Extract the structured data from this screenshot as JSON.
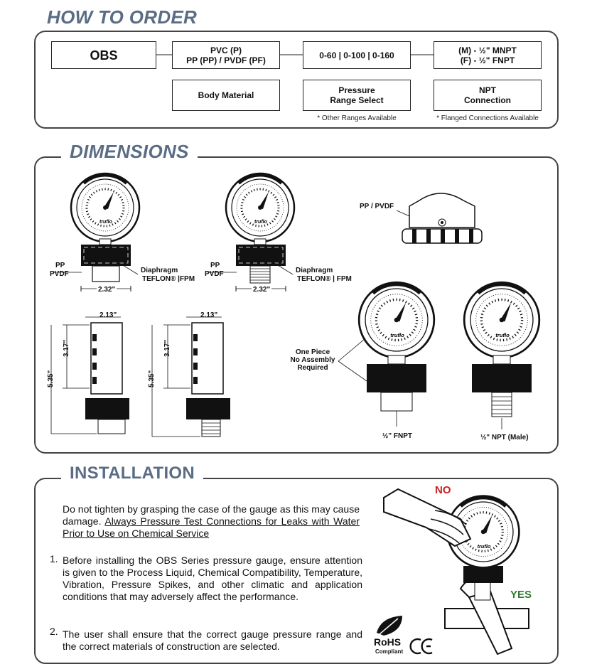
{
  "how_to_order": {
    "title": "HOW TO ORDER",
    "model": "OBS",
    "material_line1": "PVC (P)",
    "material_line2": "PP (PP) / PVDF (PF)",
    "material_label": "Body Material",
    "range_options": "0-60 | 0-100 | 0-160",
    "range_label_line1": "Pressure",
    "range_label_line2": "Range Select",
    "range_note": "* Other Ranges Available",
    "conn_line1": "(M) - ½\" MNPT",
    "conn_line2": "(F) - ½\" FNPT",
    "conn_label_line1": "NPT",
    "conn_label_line2": "Connection",
    "conn_note": "* Flanged Connections Available"
  },
  "dimensions": {
    "title": "DIMENSIONS",
    "pp_label": "PP",
    "pvdf_label": "PVDF",
    "diaphragm_label": "Diaphragm",
    "teflon_fpm_a": "TEFLON® |FPM",
    "teflon_fpm_b": "TEFLON® | FPM",
    "width_232": "2.32\"",
    "width_213": "2.13\"",
    "height_317": "3.17\"",
    "height_535": "5.35\"",
    "pp_pvdf_label": "PP / PVDF",
    "one_piece_1": "One Piece",
    "one_piece_2": "No Assembly",
    "one_piece_3": "Required",
    "fnpt_label": "½\" FNPT",
    "npt_male_label": "½\" NPT (Male)",
    "brand": "truflo"
  },
  "installation": {
    "title": "INSTALLATION",
    "intro_plain": "Do not tighten by grasping the case of the gauge as this may cause damage. ",
    "intro_underlined": "Always Pressure Test Connections for Leaks with Water Prior to Use on Chemical Service",
    "item1_num": "1.",
    "item1_text": "Before installing the OBS Series pressure gauge, ensure attention is given to the Process Liquid, Chemical Compatibility, Temperature, Vibration, Pressure Spikes, and other climatic and application conditions that may adversely affect the performance.",
    "item2_num": "2.",
    "item2_text": "The user shall ensure that the correct gauge pressure range and the correct materials of construction are selected.",
    "no_label": "NO",
    "yes_label": "YES",
    "rohs": "RoHS",
    "rohs_sub": "Compliant",
    "ce": "CE",
    "no_color": "#cc1f1f",
    "yes_color": "#2f7a2f"
  }
}
